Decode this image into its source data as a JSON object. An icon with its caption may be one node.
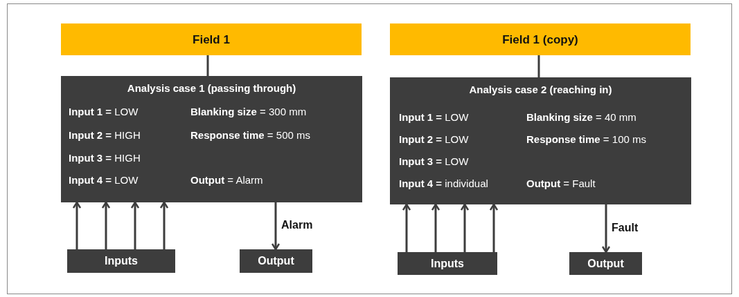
{
  "diagram": {
    "nodes": [
      {
        "text": [
          "Field 1"
        ]
      },
      {
        "text": [
          "Analysis case 1 (passing through)",
          "**Input 1 =** LOW",
          "**Blanking size** = 300 mm",
          "**Input 2 =** HIGH",
          "**Response time** = 500 ms",
          "**Input 3 =** HIGH",
          "**Input 4 =** LOW",
          "**Output** = Alarm"
        ]
      },
      {
        "text": [
          "Inputs"
        ]
      },
      {
        "text": [
          "Output"
        ]
      },
      {
        "text": [
          "Field 1 (copy)"
        ]
      },
      {
        "text": [
          "Analysis case 2 (reaching in)",
          "**Input 1 =** LOW",
          "**Blanking size** = 40 mm",
          "**Input 2 =** LOW",
          "**Response time** = 100 ms",
          "**Input 3 =** LOW",
          "**Input 4 =** individual",
          "**Output** = Fault"
        ]
      },
      {
        "text": [
          "Inputs"
        ]
      },
      {
        "text": [
          "Output"
        ]
      }
    ],
    "edges": [
      {
        "from": 0,
        "to": 1,
        "arrow": "none"
      },
      {
        "from": 2,
        "to": 1,
        "arrow": "to"
      },
      {
        "from": 2,
        "to": 1,
        "arrow": "to"
      },
      {
        "from": 2,
        "to": 1,
        "arrow": "to"
      },
      {
        "from": 2,
        "to": 1,
        "arrow": "to"
      },
      {
        "from": 1,
        "to": 3,
        "arrow": "to",
        "label": "Alarm"
      },
      {
        "from": 4,
        "to": 5,
        "arrow": "none"
      },
      {
        "from": 6,
        "to": 5,
        "arrow": "to"
      },
      {
        "from": 6,
        "to": 5,
        "arrow": "to"
      },
      {
        "from": 6,
        "to": 5,
        "arrow": "to"
      },
      {
        "from": 6,
        "to": 5,
        "arrow": "to"
      },
      {
        "from": 5,
        "to": 7,
        "arrow": "to",
        "label": "Fault"
      }
    ]
  }
}
